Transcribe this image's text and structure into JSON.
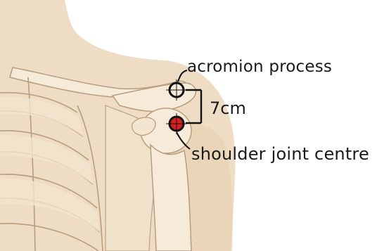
{
  "labels": {
    "acromion": "acromion process",
    "distance": "7cm",
    "joint": "shoulder joint centre"
  },
  "colors": {
    "background": "#ffffff",
    "skin": "#efdcc4",
    "bone": "#f6ead8",
    "bone_outline": "#b89d7e",
    "marker_ring": "#111111",
    "joint_fill": "#d91f1f"
  }
}
